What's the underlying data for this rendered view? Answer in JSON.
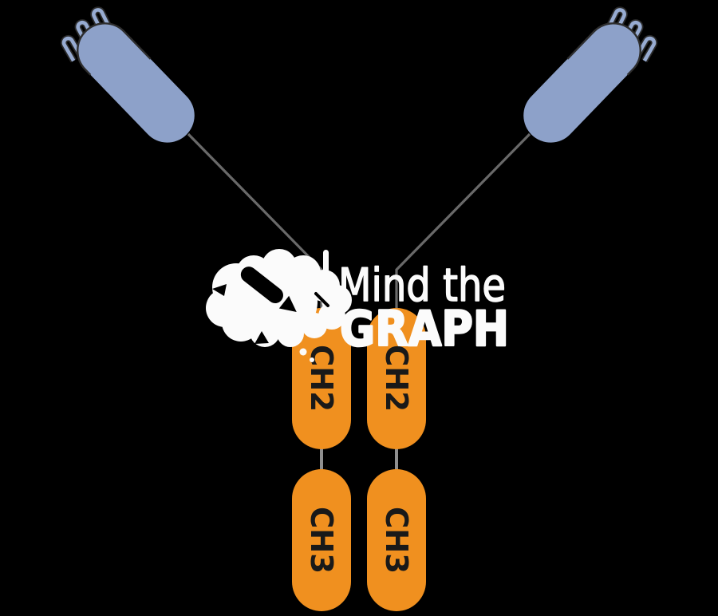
{
  "diagram_title": "antibody-fc-structure",
  "antibody": {
    "fab_regions": [
      {
        "id": "fab-left",
        "prongs": 3
      },
      {
        "id": "fab-right",
        "prongs": 3
      }
    ],
    "fc_domains": [
      {
        "id": "ch2-left",
        "label": "CH2"
      },
      {
        "id": "ch2-right",
        "label": "CH2"
      },
      {
        "id": "ch3-left",
        "label": "CH3"
      },
      {
        "id": "ch3-right",
        "label": "CH3"
      }
    ]
  },
  "watermark": {
    "icon": "brain-pencil-icon",
    "line1": "Mind the",
    "line2": "GRAPH"
  },
  "colors": {
    "background": "#000000",
    "fab_fill": "#8DA1C9",
    "prong_fill": "#97ABD1",
    "prong_outline": "#2B2B2B",
    "fc_fill": "#F0901F",
    "domain_label": "#191919",
    "hinge_line": "#696969",
    "inter_domain_link": "#8F8F8F",
    "watermark": "#FBFBFB",
    "pencil": "#000000"
  }
}
